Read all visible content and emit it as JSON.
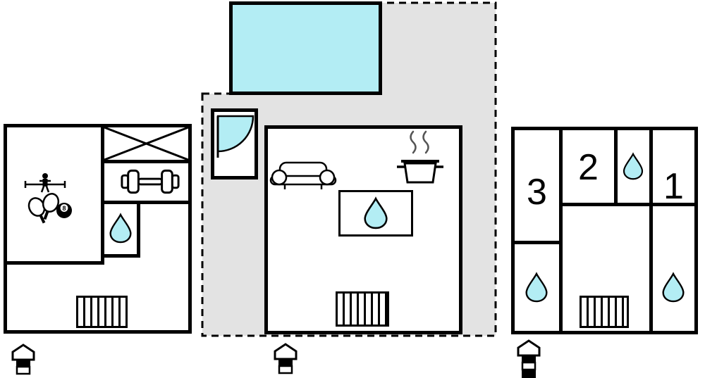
{
  "colors": {
    "water": "#b3edf4",
    "terrace": "#e3e3e3",
    "wall": "#000000"
  },
  "labels": {
    "room1": "1",
    "room2": "2",
    "room3": "3",
    "eight_ball": "8"
  },
  "icons": [
    "cross-open-area-icon",
    "dumbbell-icon",
    "table-tennis-icon",
    "eight-ball-icon",
    "water-drop-icon",
    "stairs-icon",
    "sofa-icon",
    "cooking-pot-icon",
    "door-swing-icon",
    "swimming-pool",
    "terrace-area",
    "entrance-level-icon"
  ]
}
